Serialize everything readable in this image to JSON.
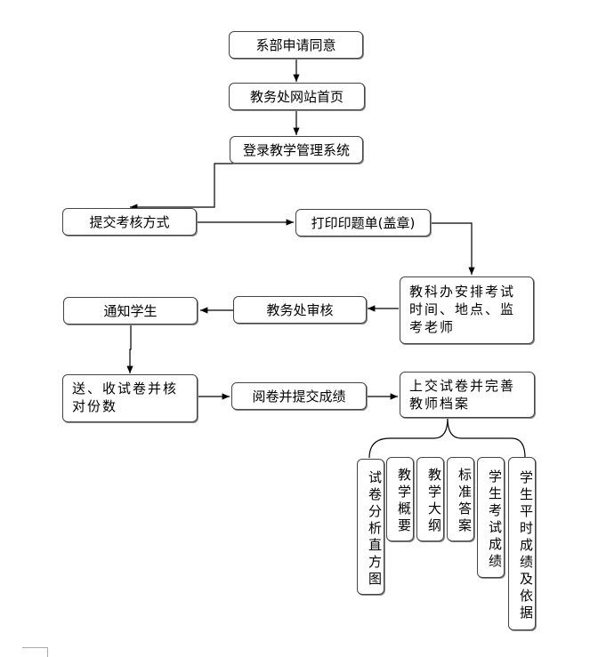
{
  "flowchart": {
    "nodes": {
      "dept_approval": "系部申请同意",
      "academic_site_home": "教务处网站首页",
      "login_teaching_system": "登录教学管理系统",
      "submit_assessment_method": "提交考核方式",
      "print_exam_sheet": "打印印题单(盖章)",
      "schedule_exam": "教科办安排考试时间、地点、监考老师",
      "academic_review": "教务处审核",
      "notify_students": "通知学生",
      "deliver_collect_papers": "送、收试卷并核对份数",
      "grade_submit_scores": "阅卷并提交成绩",
      "submit_papers_archive": "上交试卷并完善教师档案"
    },
    "archive_items": [
      "试卷分析直方图",
      "教学概要",
      "教学大纲",
      "标准答案",
      "学生考试成绩",
      "学生平时成绩及依据"
    ]
  }
}
